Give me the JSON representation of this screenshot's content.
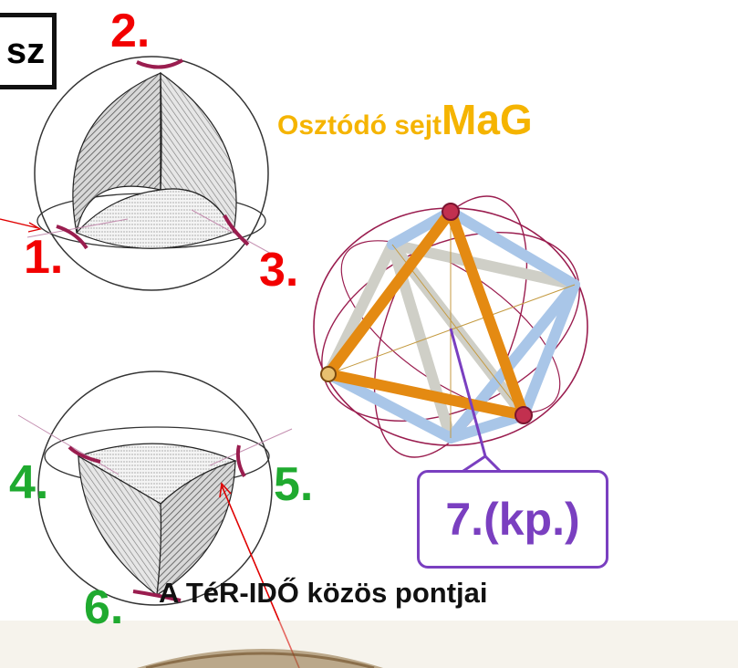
{
  "labels": {
    "corner_box": "sz",
    "title_small": "Osztódó sejt",
    "title_big": "MaG",
    "n1": "1.",
    "n2": "2.",
    "n3": "3.",
    "n4": "4.",
    "n5": "5.",
    "n6": "6.",
    "center": "7.(kp.)",
    "caption": "A TéR-IDŐ közös pontjai"
  },
  "colors": {
    "red": "#f20000",
    "green": "#1faa2f",
    "title": "#f5b400",
    "purple": "#7a3fc0",
    "edge_orange": "#e48a12",
    "edge_blue": "#a9c6e8",
    "edge_grey": "#cfcfc7",
    "circle_maroon": "#9a1d4f"
  }
}
